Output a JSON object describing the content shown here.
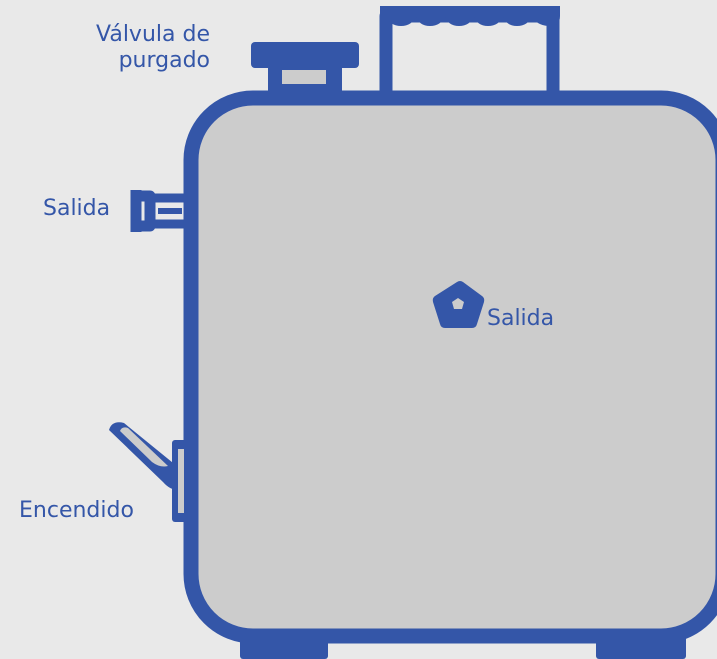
{
  "colors": {
    "background": "#e9e9e9",
    "tank_fill": "#cccccc",
    "outline": "#3456a8"
  },
  "labels": {
    "valve_line1": "Válvula de",
    "valve_line2": "purgado",
    "side_outlet": "Salida",
    "front_outlet": "Salida",
    "ignition": "Encendido"
  },
  "icons": {
    "front_outlet": "pentagon-outlet-icon",
    "purge_valve": "valve-cap-icon",
    "handle": "handle-icon",
    "side_outlet": "side-outlet-pipe-icon",
    "ignition_lever": "lever-icon"
  }
}
